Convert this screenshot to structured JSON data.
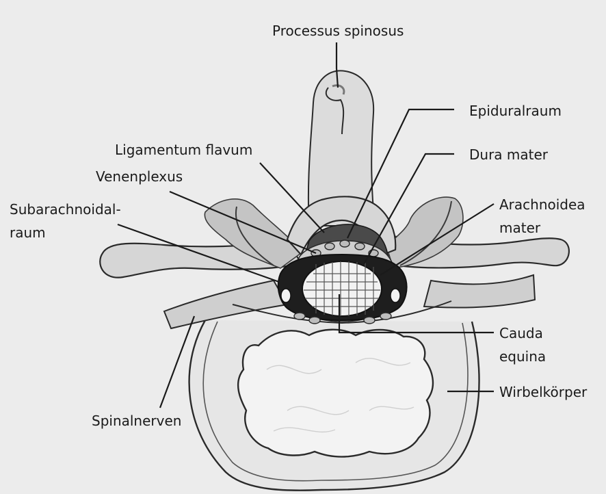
{
  "labels": {
    "processus_spinosus": "Processus spinosus",
    "epiduralraum": "Epiduralraum",
    "ligamentum_flavum": "Ligamentum flavum",
    "dura_mater": "Dura mater",
    "venenplexus": "Venenplexus",
    "arachnoidea_line1": "Arachnoidea",
    "arachnoidea_line2": "mater",
    "subarachnoidal_line1": "Subarachnoidal-",
    "subarachnoidal_line2": "raum",
    "cauda_line1": "Cauda",
    "cauda_line2": "equina",
    "wirbelkoerper": "Wirbelkörper",
    "spinalnerven": "Spinalnerven"
  },
  "colors": {
    "background": "#ececec",
    "bone": "#d6d6d6",
    "canal": "#1e1e1e",
    "cord": "#f2f2f2",
    "outline": "#2a2a2a"
  }
}
